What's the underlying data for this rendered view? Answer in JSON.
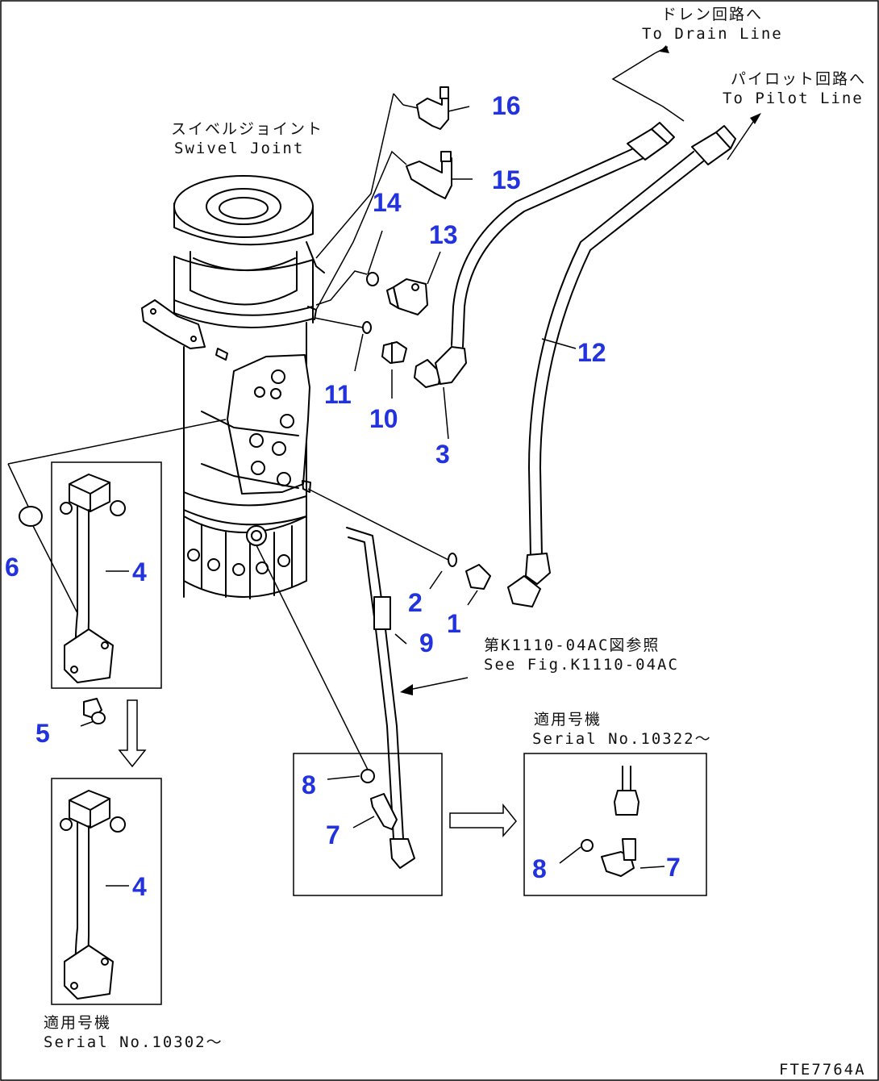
{
  "notes": {
    "drain_jp": "ドレン回路へ",
    "drain_en": "To Drain Line",
    "pilot_jp": "パイロット回路へ",
    "pilot_en": "To Pilot Line",
    "swivel_jp": "スイベルジョイント",
    "swivel_en": "Swivel Joint",
    "ref_jp": "第K1110-04AC図参照",
    "ref_en": "See Fig.K1110-04AC",
    "serial_a_jp": "適用号機",
    "serial_a_en": "Serial No.10322～",
    "serial_b_jp": "適用号機",
    "serial_b_en": "Serial No.10302～",
    "figure_code": "FTE7764A"
  },
  "callouts": {
    "c16": "16",
    "c15": "15",
    "c14": "14",
    "c13": "13",
    "c12": "12",
    "c11": "11",
    "c10": "10",
    "c3": "3",
    "c6": "6",
    "c4a": "4",
    "c2": "2",
    "c1": "1",
    "c9": "9",
    "c5": "5",
    "c8a": "8",
    "c7a": "7",
    "c8b": "8",
    "c7b": "7",
    "c4b": "4"
  },
  "colors": {
    "line": "#000000",
    "callout": "#2233dd"
  }
}
